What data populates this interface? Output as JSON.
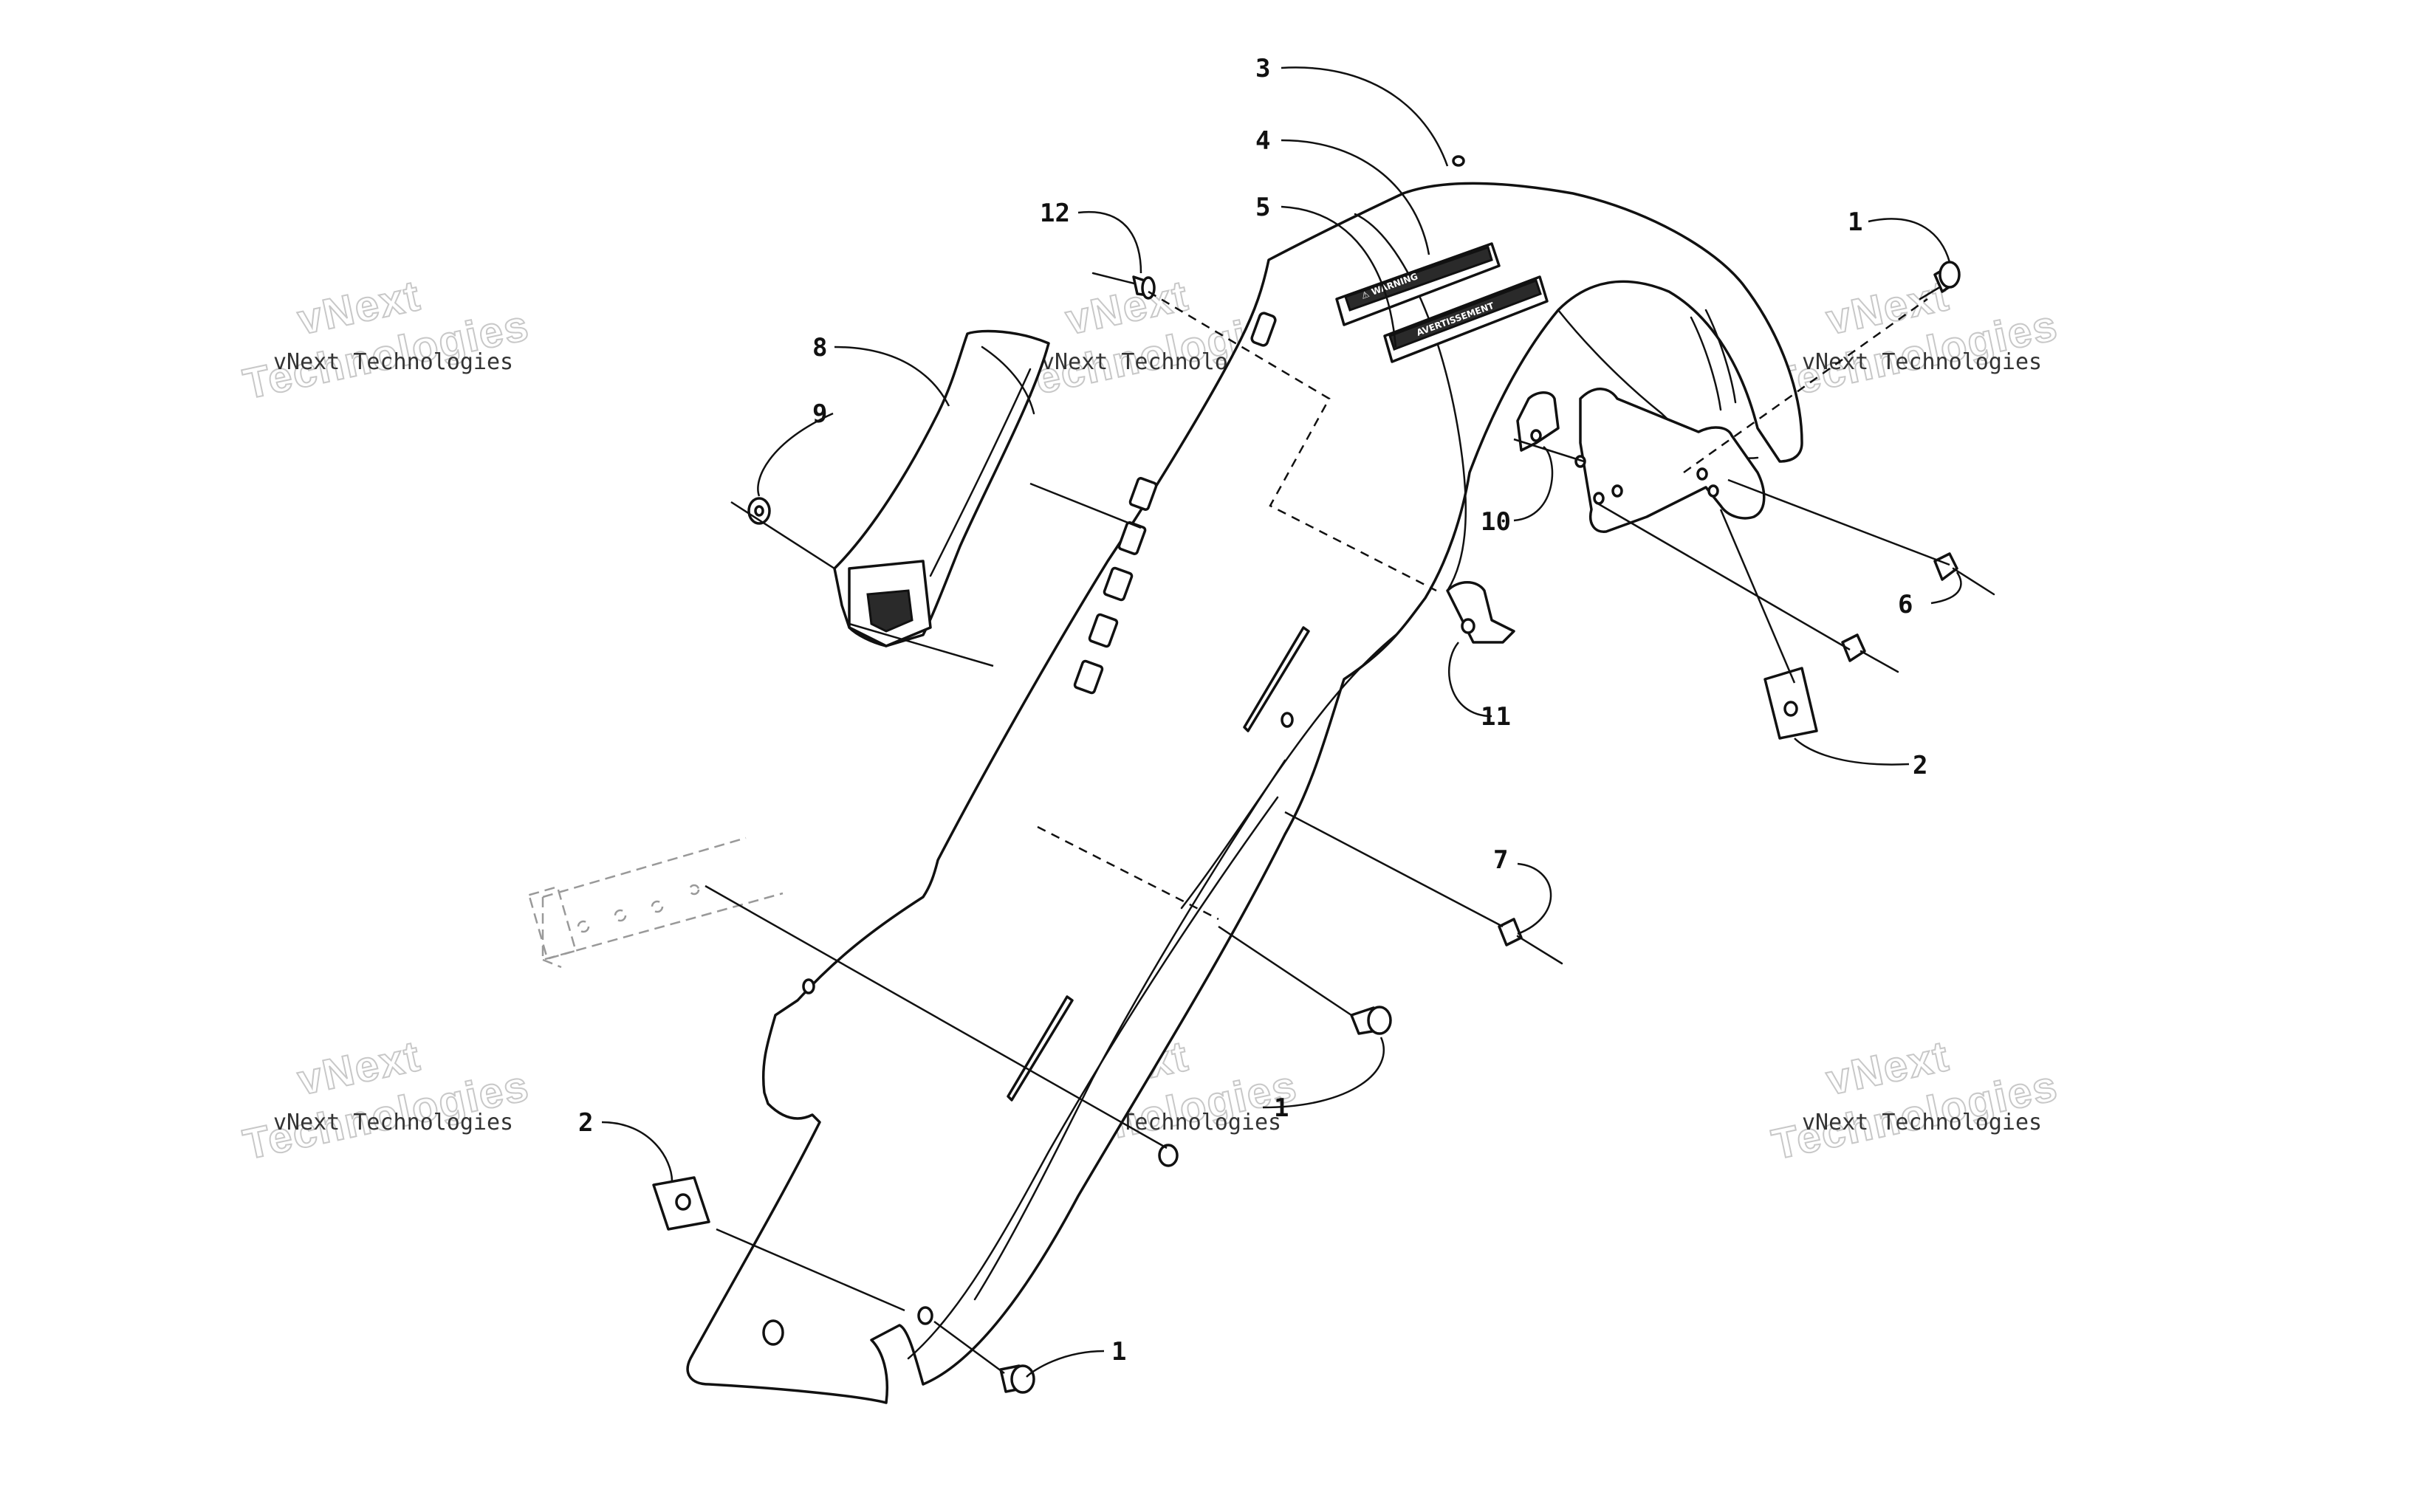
{
  "diagram": {
    "callouts": {
      "c1a": "1",
      "c1b": "1",
      "c1c": "1",
      "c2a": "2",
      "c2b": "2",
      "c3": "3",
      "c4": "4",
      "c5": "5",
      "c6": "6",
      "c7": "7",
      "c8": "8",
      "c9": "9",
      "c10": "10",
      "c11": "11",
      "c12": "12"
    },
    "decals": {
      "warning": "⚠ WARNING",
      "avertissement": "AVERTISSEMENT"
    },
    "watermark": {
      "brand": "vNext Technologies",
      "big_top": "vNext",
      "big_bottom": "Technologies"
    }
  }
}
